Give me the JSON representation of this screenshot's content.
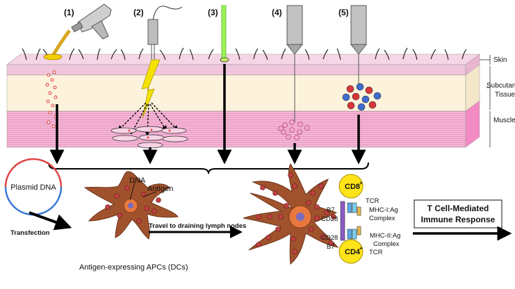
{
  "steps": [
    "(1)",
    "(2)",
    "(3)",
    "(4)",
    "(5)"
  ],
  "layers": {
    "skin": "Skin",
    "subcutaneous_line1": "Subcutaneous",
    "subcutaneous_line2": "Tissue",
    "muscle": "Muscle"
  },
  "plasmid": "Plasmid DNA",
  "transfection": "Transfection",
  "dna": "DNA",
  "antigen": "Antigen",
  "apc_caption": "Antigen-expressing APCs (DCs)",
  "travel": "Travel to draining lymph nodes",
  "labels": {
    "cd8": "CD8",
    "cd8_sup": "+",
    "cd4": "CD4",
    "cd4_sup": "+",
    "tcr_top": "TCR",
    "mhc1_line1": "MHC-I:Ag",
    "mhc1_line2": "Complex",
    "b7_top": "B7",
    "cd28_top": "CD28",
    "cd28_bottom": "CD28",
    "b7_bottom": "B7",
    "mhc2_line1": "MHC-II:Ag",
    "mhc2_line2": "Complex",
    "tcr_bottom": "TCR"
  },
  "response_line1": "T Cell-Mediated",
  "response_line2": "Immune Response",
  "colors": {
    "skin": "#f1c4dc",
    "subcutaneous": "#fdf3dc",
    "muscle": "#f1a9cd",
    "cell_body": "#a0522d",
    "nucleus": "#e8783e",
    "nucleus_core": "#7a6cc0",
    "tcell": "#ffe419",
    "plasmid_ring_a": "#e04444",
    "plasmid_ring_b": "#3a78d8"
  }
}
